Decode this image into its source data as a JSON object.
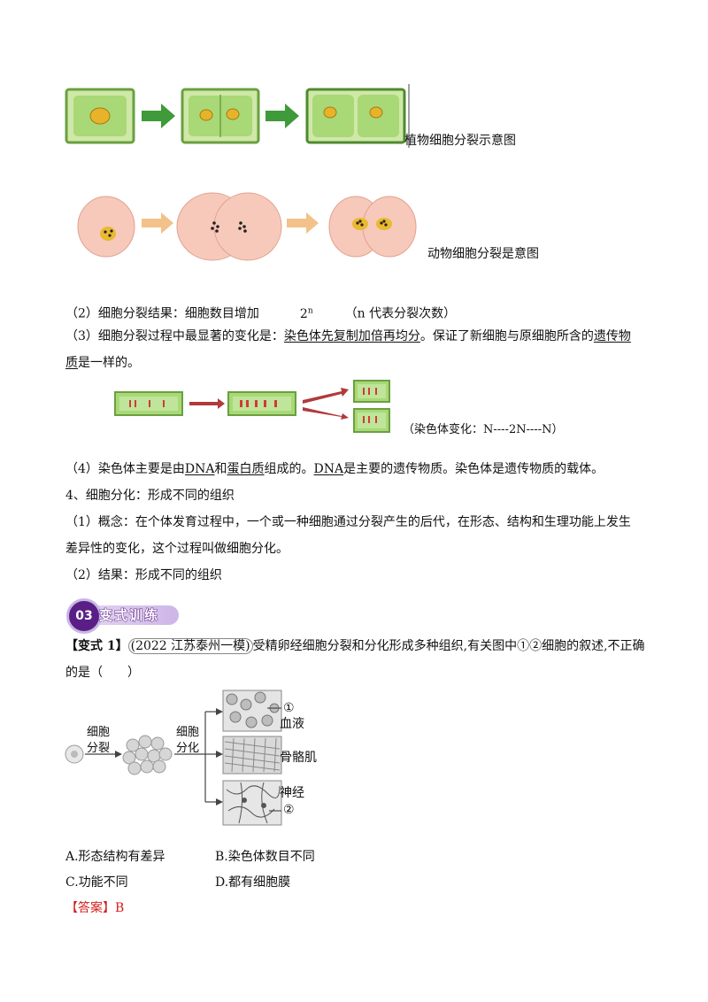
{
  "figures": {
    "plant_caption": "植物细胞分裂示意图",
    "animal_caption": "动物细胞分裂是意图",
    "chromosome_caption": "（染色体变化：N----2N----N）"
  },
  "lines": {
    "p2_prefix": "（2）细胞分裂结果：细胞数目增加",
    "p2_base": "2",
    "p2_exp": "n",
    "p2_suffix": "（n 代表分裂次数）",
    "p3_prefix": "（3）细胞分裂过程中最显著的变化是：",
    "p3_u1": "染色体先复制加倍再均分",
    "p3_mid": "。保证了新细胞与原细胞所含的",
    "p3_u2": "遗传物",
    "p3_line2_u": "质",
    "p3_line2_rest": "是一样的。",
    "p4_a": "（4）染色体主要是由",
    "p4_dna": "DNA",
    "p4_b": "和",
    "p4_protein": "蛋白质",
    "p4_c": "组成的。",
    "p4_dna2": "DNA",
    "p4_d": "是主要的遗传物质。染色体是遗传物质的载体。",
    "s4_title": "4、细胞分化：形成不同的组织",
    "s4_p1_line1": "（1）概念：在个体发育过程中，一个或一种细胞通过分裂产生的后代，在形态、结构和生理功能上发生",
    "s4_p1_line2": "差异性的变化，这个过程叫做细胞分化。",
    "s4_p2": "（2）结果：形成不同的组织"
  },
  "banner": {
    "number": "03",
    "title": "变式训练"
  },
  "question": {
    "label": "【变式 1】",
    "source": "(2022 江苏泰州一模)",
    "stem_line1": "受精卵经细胞分裂和分化形成多种组织,有关图中①②细胞的叙述,不正确",
    "stem_line2": "的是（　　）",
    "diagram": {
      "label_division_1": "细胞",
      "label_division_2": "分裂",
      "label_diff_1": "细胞",
      "label_diff_2": "分化",
      "marker_1": "①",
      "tissue_blood": "血液",
      "tissue_muscle": "骨骼肌",
      "tissue_nerve": "神经",
      "marker_2": "②"
    },
    "options": {
      "A": "A.形态结构有差异",
      "B": "B.染色体数目不同",
      "C": "C.功能不同",
      "D": "D.都有细胞膜"
    },
    "answer_label": "【答案】",
    "answer_value": "B"
  }
}
